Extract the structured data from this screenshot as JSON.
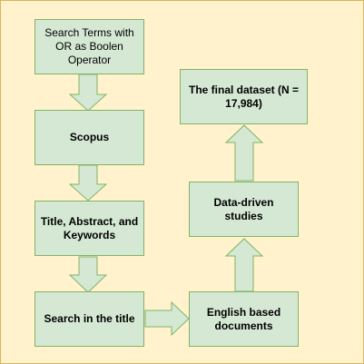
{
  "diagram": {
    "nodes": [
      {
        "id": "search-terms",
        "label": "Search Terms with OR as Boolen Operator"
      },
      {
        "id": "scopus",
        "label": "Scopus"
      },
      {
        "id": "title-abstract-keywords",
        "label": "Title, Abstract, and Keywords"
      },
      {
        "id": "search-in-title",
        "label": "Search in the title"
      },
      {
        "id": "english-documents",
        "label": "English based documents"
      },
      {
        "id": "data-driven-studies",
        "label": "Data-driven studies"
      },
      {
        "id": "final-dataset",
        "label": "The final dataset (N = 17,984)"
      }
    ],
    "edges": [
      {
        "from": "search-terms",
        "to": "scopus"
      },
      {
        "from": "scopus",
        "to": "title-abstract-keywords"
      },
      {
        "from": "title-abstract-keywords",
        "to": "search-in-title"
      },
      {
        "from": "search-in-title",
        "to": "english-documents"
      },
      {
        "from": "english-documents",
        "to": "data-driven-studies"
      },
      {
        "from": "data-driven-studies",
        "to": "final-dataset"
      }
    ],
    "colors": {
      "background": "#fff2cc",
      "background_border": "#d6b656",
      "node_fill": "#d5e8d4",
      "node_border": "#82b366",
      "arrow_fill": "#d5e8d4",
      "arrow_stroke": "#82b366"
    }
  }
}
